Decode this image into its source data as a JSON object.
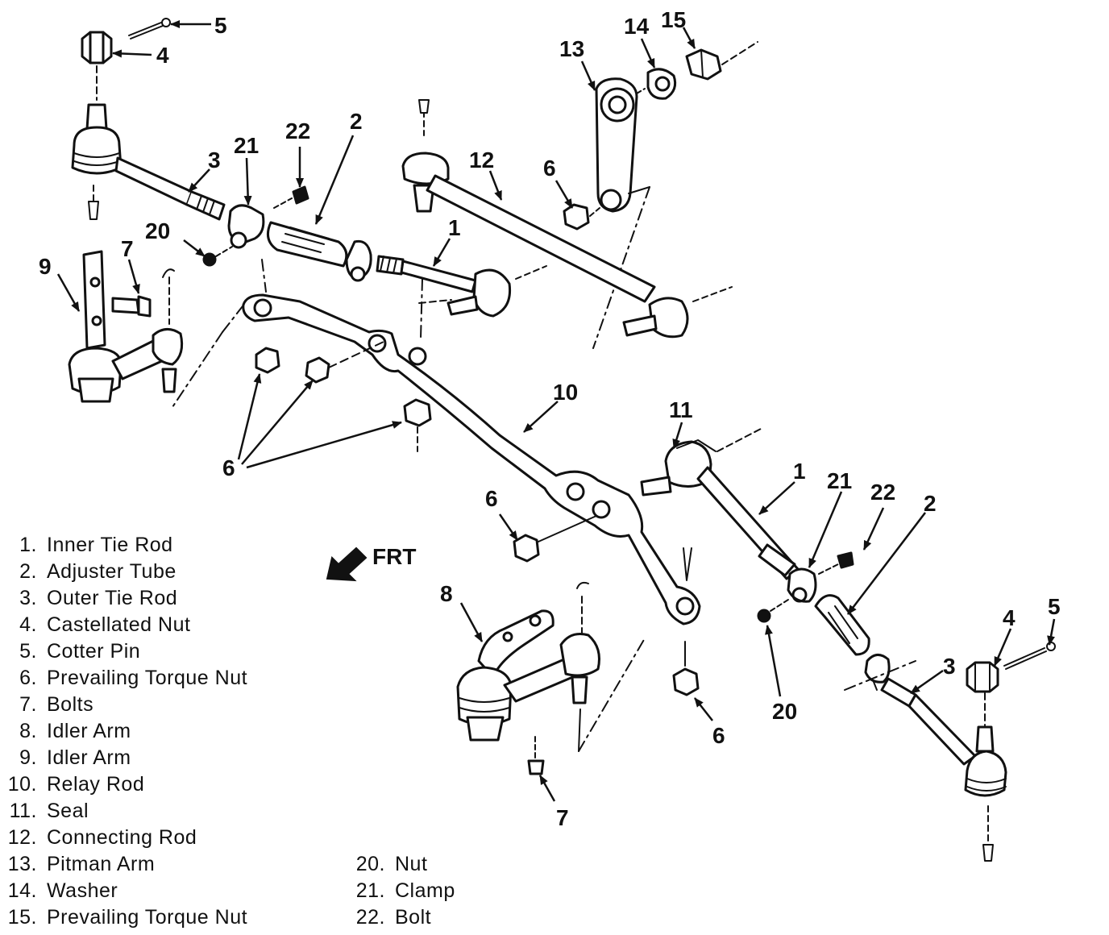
{
  "diagram": {
    "direction_label": "FRT",
    "callouts": [
      "5",
      "4",
      "13",
      "14",
      "15",
      "21",
      "22",
      "2",
      "3",
      "12",
      "6",
      "20",
      "1",
      "9",
      "7",
      "10",
      "11",
      "6",
      "1",
      "21",
      "22",
      "2",
      "6",
      "8",
      "4",
      "5",
      "3",
      "20",
      "6",
      "7"
    ]
  },
  "legend": {
    "left": [
      {
        "num": "1.",
        "label": "Inner Tie Rod"
      },
      {
        "num": "2.",
        "label": "Adjuster Tube"
      },
      {
        "num": "3.",
        "label": "Outer Tie Rod"
      },
      {
        "num": "4.",
        "label": "Castellated Nut"
      },
      {
        "num": "5.",
        "label": "Cotter Pin"
      },
      {
        "num": "6.",
        "label": "Prevailing Torque Nut"
      },
      {
        "num": "7.",
        "label": "Bolts"
      },
      {
        "num": "8.",
        "label": "Idler Arm"
      },
      {
        "num": "9.",
        "label": "Idler Arm"
      },
      {
        "num": "10.",
        "label": "Relay Rod"
      },
      {
        "num": "11.",
        "label": "Seal"
      },
      {
        "num": "12.",
        "label": "Connecting Rod"
      },
      {
        "num": "13.",
        "label": "Pitman Arm"
      },
      {
        "num": "14.",
        "label": "Washer"
      },
      {
        "num": "15.",
        "label": "Prevailing Torque Nut"
      }
    ],
    "right": [
      {
        "num": "20.",
        "label": "Nut"
      },
      {
        "num": "21.",
        "label": "Clamp"
      },
      {
        "num": "22.",
        "label": "Bolt"
      }
    ]
  },
  "colors": {
    "ink": "#111111",
    "paper": "#ffffff"
  }
}
